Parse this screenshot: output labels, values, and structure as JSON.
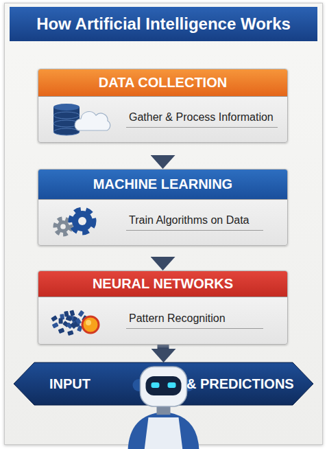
{
  "diagram": {
    "title": "How Artificial Intelligence Works",
    "nodes": [
      {
        "text": [
          "DATA COLLECTION",
          "Gather & Process Information"
        ]
      },
      {
        "text": [
          "MACHINE LEARNING",
          "Train Algorithms on Data"
        ]
      },
      {
        "text": [
          "NEURAL NETWORKS",
          "Pattern Recognition"
        ]
      },
      {
        "text": [
          "INPUT",
          "& PREDICTIONS"
        ]
      }
    ],
    "edges": [
      {
        "from": 0,
        "to": 1,
        "arrow": "to"
      },
      {
        "from": 1,
        "to": 2,
        "arrow": "to"
      },
      {
        "from": 2,
        "to": 3,
        "arrow": "to"
      }
    ]
  }
}
